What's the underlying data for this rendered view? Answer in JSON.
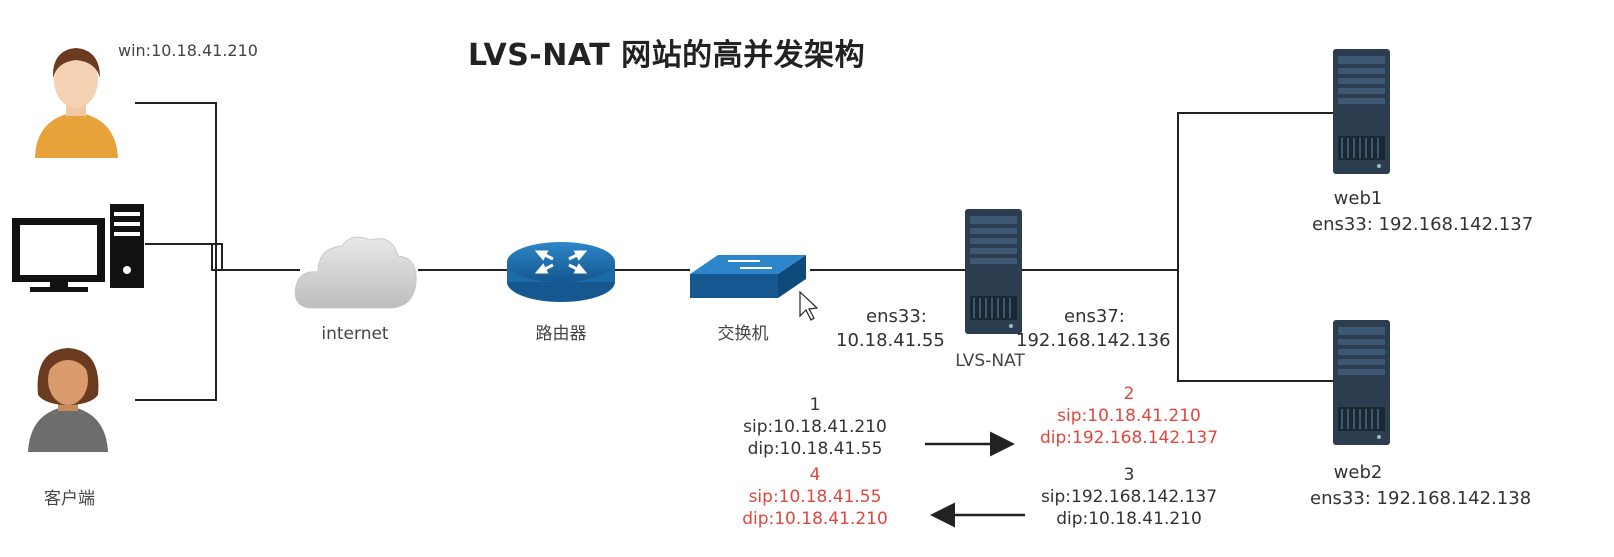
{
  "title": "LVS-NAT 网站的高并发架构",
  "client": {
    "win_label": "win:10.18.41.210",
    "caption": "客户端"
  },
  "internet": {
    "label": "internet"
  },
  "router": {
    "label": "路由器"
  },
  "switch": {
    "label": "交换机"
  },
  "lvs": {
    "label": "LVS-NAT",
    "ens33_name": "ens33:",
    "ens33_ip": "10.18.41.55",
    "ens37_name": "ens37:",
    "ens37_ip": "192.168.142.136"
  },
  "web1": {
    "name": "web1",
    "ip": "ens33: 192.168.142.137"
  },
  "web2": {
    "name": "web2",
    "ip": "ens33: 192.168.142.138"
  },
  "steps": {
    "s1": {
      "num": "1",
      "sip": "sip:10.18.41.210",
      "dip": "dip:10.18.41.55"
    },
    "s2": {
      "num": "2",
      "sip": "sip:10.18.41.210",
      "dip": "dip:192.168.142.137"
    },
    "s3": {
      "num": "3",
      "sip": "sip:192.168.142.137",
      "dip": "dip:10.18.41.210"
    },
    "s4": {
      "num": "4",
      "sip": "sip:10.18.41.55",
      "dip": "dip:10.18.41.210"
    }
  },
  "colors": {
    "line": "#222222",
    "device_blue": "#1f6fb0",
    "server_dark": "#2b3d4f",
    "highlight_red": "#e0473d",
    "user_orange": "#e8a23a"
  }
}
